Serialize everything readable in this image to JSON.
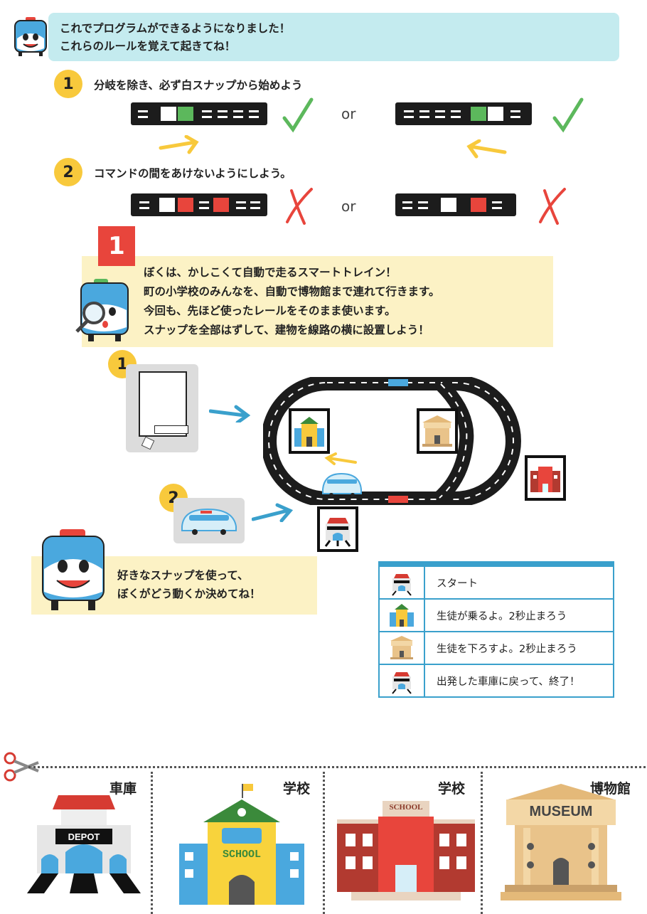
{
  "header": {
    "line1": "これでプログラムができるようになりました！",
    "line2": "これらのルールを覚えて起きてね！"
  },
  "rules": [
    {
      "number": "1",
      "text": "分岐を除き、必ず白スナップから始めよう",
      "or_label": "or",
      "result_icon": "check-icon",
      "color": "#5cb85c"
    },
    {
      "number": "2",
      "text": "コマンドの間をあけないようにしよう。",
      "or_label": "or",
      "result_icon": "cross-icon",
      "color": "#e8453c"
    }
  ],
  "story": {
    "badge": "1",
    "lines": [
      "ぼくは、かしこくて自動で走るスマートトレイン！",
      "町の小学校のみんなを、自動で博物館まで連れて行きます。",
      "今回も、先ほど使ったレールをそのまま使います。",
      "スナップを全部はずして、建物を線路の横に設置しよう！"
    ]
  },
  "steps": [
    {
      "number": "1"
    },
    {
      "number": "2"
    }
  ],
  "speech": {
    "line1": "好きなスナップを使って、",
    "line2": "ぼくがどう動くか決めてね！"
  },
  "legend": {
    "rows": [
      {
        "icon": "depot-icon",
        "text": "スタート"
      },
      {
        "icon": "school-icon",
        "text": "生徒が乗るよ。2秒止まろう"
      },
      {
        "icon": "museum-icon",
        "text": "生徒を下ろすよ。2秒止まろう"
      },
      {
        "icon": "depot-icon",
        "text": "出発した車庫に戻って、終了！"
      }
    ]
  },
  "cutouts": [
    {
      "label": "車庫",
      "sign": "DEPOT",
      "icon": "depot-icon"
    },
    {
      "label": "学校",
      "sign": "SCHOOL",
      "icon": "school-icon"
    },
    {
      "label": "学校",
      "sign": "SCHOOL",
      "icon": "school-red-icon"
    },
    {
      "label": "博物館",
      "sign": "MUSEUM",
      "icon": "museum-icon"
    }
  ],
  "colors": {
    "accent_blue": "#3aa0cc",
    "badge_yellow": "#f8c93c",
    "banner": "#c4ebef",
    "panel": "#fcf2c5",
    "red": "#e8453c",
    "green": "#5cb85c"
  }
}
